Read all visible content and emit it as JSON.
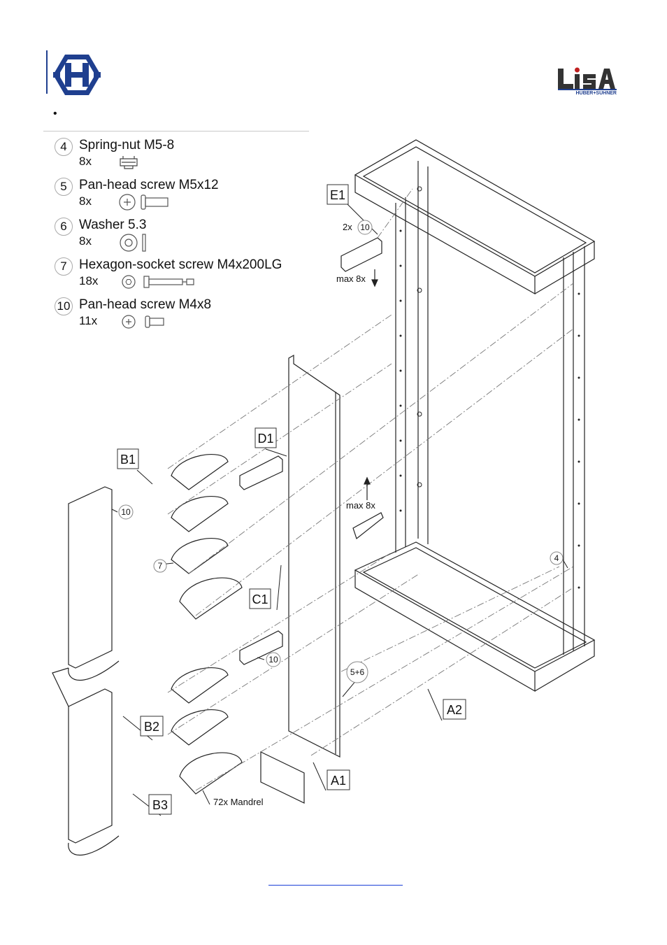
{
  "bullet": "•",
  "parts": [
    {
      "num": "4",
      "name": "Spring-nut M5-8",
      "qty": "8x",
      "icon": "spring-nut-icon"
    },
    {
      "num": "5",
      "name": "Pan-head screw M5x12",
      "qty": "8x",
      "icon": "pan-head-screw-icon"
    },
    {
      "num": "6",
      "name": "Washer 5.3",
      "qty": "8x",
      "icon": "washer-icon"
    },
    {
      "num": "7",
      "name": "Hexagon-socket screw M4x200LG",
      "qty": "18x",
      "icon": "hex-socket-screw-icon"
    },
    {
      "num": "10",
      "name": "Pan-head screw M4x8",
      "qty": "11x",
      "icon": "pan-head-screw-small-icon"
    }
  ],
  "diagram": {
    "labels": {
      "e1": "E1",
      "d1": "D1",
      "b1": "B1",
      "c1": "C1",
      "b2": "B2",
      "b3": "B3",
      "a1": "A1",
      "a2": "A2"
    },
    "callouts": {
      "c_10_top": "10",
      "c_10_left": "10",
      "c_7": "7",
      "c_10_mid": "10",
      "c_5_6": "5+6",
      "c_4": "4"
    },
    "texts": {
      "two_x": "2x",
      "max_top": "max 8x",
      "max_mid": "max 8x",
      "mandrel": "72x Mandrel"
    }
  },
  "colors": {
    "brand_blue": "#1f3f8f",
    "line": "#222222",
    "link": "#1a3fd6"
  }
}
